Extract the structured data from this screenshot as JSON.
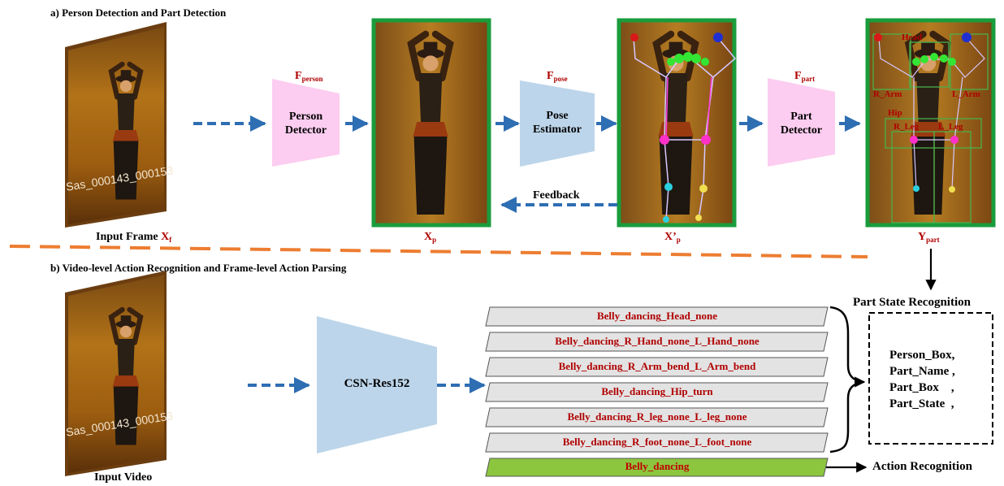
{
  "section_a": {
    "title": "a) Person Detection and Part Detection"
  },
  "section_b": {
    "title": "b) Video-level Action Recognition and Frame-level Action Parsing"
  },
  "frames": {
    "watermark": "Sas_000143_000153"
  },
  "captions": {
    "input_frame": "Input Frame ",
    "input_frame_var": "X",
    "input_frame_sub": "f",
    "xp": "X",
    "xp_sub": "p",
    "xpp": "X’",
    "xpp_sub": "p",
    "ypart": "Y",
    "ypart_sub": "part",
    "input_video": "Input Video"
  },
  "modules": {
    "person": {
      "fn": "F",
      "fn_sub": "person",
      "label_l1": "Person",
      "label_l2": "Detector"
    },
    "pose": {
      "fn": "F",
      "fn_sub": "pose",
      "label_l1": "Pose",
      "label_l2": "Estimator"
    },
    "part": {
      "fn": "F",
      "fn_sub": "part",
      "label_l1": "Part",
      "label_l2": "Detector"
    },
    "csn": {
      "label": "CSN-Res152"
    }
  },
  "feedback": {
    "label": "Feedback"
  },
  "part_labels": {
    "head": "Head",
    "r_arm": "R_Arm",
    "l_arm": "L_Arm",
    "hip": "Hip",
    "r_leg": "R_Leg",
    "l_leg": "L_Leg"
  },
  "action_bars": [
    "Belly_dancing_Head_none",
    "Belly_dancing_R_Hand_none_L_Hand_none",
    "Belly_dancing_R_Arm_bend_L_Arm_bend",
    "Belly_dancing_Hip_turn",
    "Belly_dancing_R_leg_none_L_leg_none",
    "Belly_dancing_R_foot_none_L_foot_none"
  ],
  "action_bar_final": "Belly_dancing",
  "part_state": {
    "title": "Part State Recognition",
    "items": [
      "Person_Box,",
      "Part_Name ,",
      "Part_Box    ,",
      "Part_State  ,"
    ]
  },
  "action_recognition": {
    "label": "Action Recognition"
  },
  "colors": {
    "arrow_blue": "#2e6eb3",
    "divider_orange": "#ed7d31",
    "frame_green": "#1a9c3c",
    "trap_pink": "#fccdf0",
    "trap_blue": "#bcd5ea",
    "bar_gray": "#e3e3e3",
    "bar_green": "#8cc63f",
    "label_red": "#b00000"
  }
}
